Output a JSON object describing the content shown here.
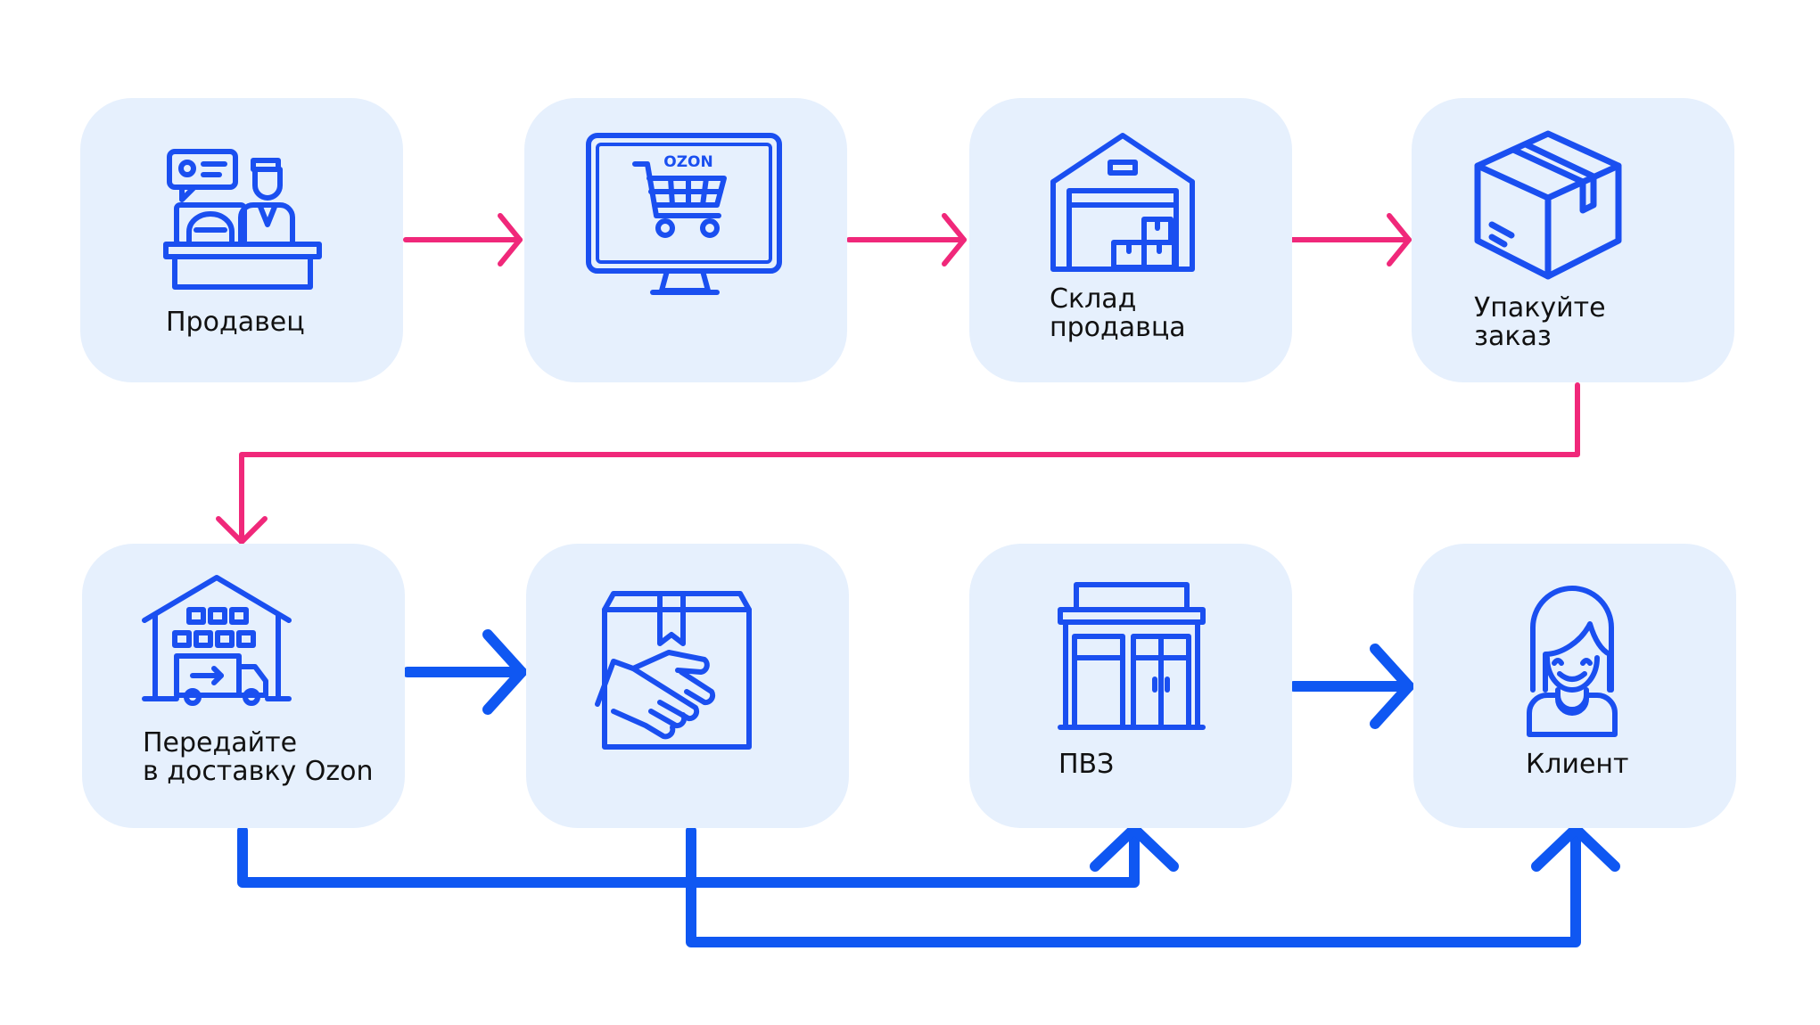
{
  "diagram": {
    "brand_on_monitor": "OZON",
    "colors": {
      "card_background": "#e6f0fd",
      "icon_blue": "#1a4ff0",
      "flow_pink": "#f0287a",
      "flow_blue": "#0f57f2",
      "text": "#111111"
    },
    "nodes": [
      {
        "id": "seller",
        "label": "Продавец",
        "icon": "seller-at-counter-icon"
      },
      {
        "id": "marketplace",
        "label": "",
        "icon": "monitor-shopping-cart-icon"
      },
      {
        "id": "seller-warehouse",
        "label": "Склад\nпродавца",
        "icon": "warehouse-icon"
      },
      {
        "id": "pack-order",
        "label": "Упакуйте\nзаказ",
        "icon": "parcel-box-icon"
      },
      {
        "id": "hand-over",
        "label": "Передайте\nв доставку Ozon",
        "icon": "warehouse-with-truck-icon"
      },
      {
        "id": "parcel-handover",
        "label": "",
        "icon": "box-handover-icon"
      },
      {
        "id": "pickup-point",
        "label": "ПВЗ",
        "icon": "pickup-point-building-icon"
      },
      {
        "id": "client",
        "label": "Клиент",
        "icon": "client-avatar-icon"
      }
    ],
    "edges": [
      {
        "from": "seller",
        "to": "marketplace",
        "color": "pink"
      },
      {
        "from": "marketplace",
        "to": "seller-warehouse",
        "color": "pink"
      },
      {
        "from": "seller-warehouse",
        "to": "pack-order",
        "color": "pink"
      },
      {
        "from": "pack-order",
        "to": "hand-over",
        "color": "pink"
      },
      {
        "from": "hand-over",
        "to": "parcel-handover",
        "color": "blue"
      },
      {
        "from": "pickup-point",
        "to": "client",
        "color": "blue"
      },
      {
        "from": "hand-over",
        "to": "pickup-point",
        "color": "blue"
      },
      {
        "from": "parcel-handover",
        "to": "client",
        "color": "blue"
      }
    ]
  }
}
